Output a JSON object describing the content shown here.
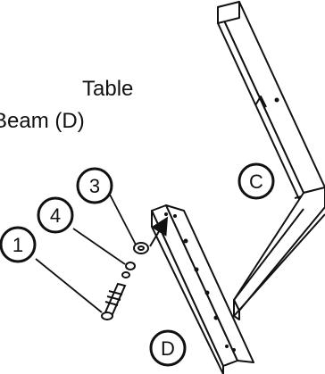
{
  "caption": {
    "line1": "Table",
    "line2": "Beam (D)"
  },
  "callouts": {
    "c1": "1",
    "c3": "3",
    "c4": "4"
  },
  "parts": {
    "c": "C",
    "d": "D"
  },
  "colors": {
    "line": "#111111",
    "fill": "#ffffff"
  }
}
